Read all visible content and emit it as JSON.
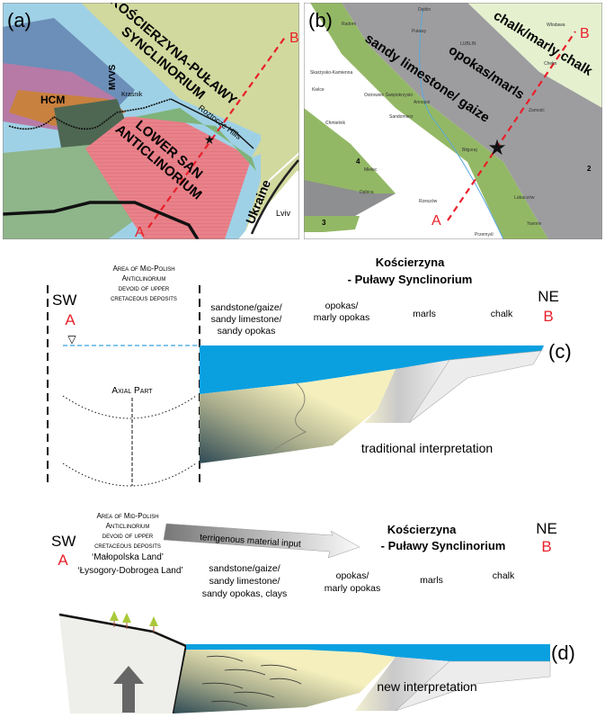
{
  "colors": {
    "water": "#0aa0e0",
    "red": "#e8202a",
    "map_green": "#cfd89a",
    "map_red": "#e8828a",
    "map_gray": "#9a9a9c",
    "sand": "#f3edb8"
  },
  "panel_a": {
    "label": "(a)",
    "synclinorium": [
      "KOŚCIERZYNA-PUŁAWY",
      "SYNCLINORIUM"
    ],
    "anticlinorium": [
      "LOWER SAN",
      "ANTICLINORIUM"
    ],
    "hcm": "HCM",
    "mvvs": "MVVS",
    "krasnik": "Kraśnik",
    "roztocze": "Roztocze Hills",
    "ukraine": "Ukraine",
    "lviv": "Lviv",
    "point_a": "A",
    "point_b": "B"
  },
  "panel_b": {
    "label": "(b)",
    "chalk": "chalk/marly chalk",
    "opokas": "opokas/marls",
    "sandy": "sandy limestone/ gaize",
    "towns": [
      "Dęblin",
      "Puławy",
      "Radom",
      "LUBLIN",
      "Skarżysko-Kamienna",
      "Kielce",
      "Ostrowiec Świętokrzyski",
      "Annopol",
      "Sandomierz",
      "Chmielnik",
      "Mielec",
      "Dębica",
      "Rzeszów",
      "Biłgoraj",
      "Lubaczów",
      "Yavoriv",
      "Przemyśl",
      "Włodawa",
      "Chełm",
      "Zamość"
    ],
    "numbers": [
      "2",
      "3",
      "4"
    ],
    "point_a": "A",
    "point_b": "B"
  },
  "panel_c": {
    "label": "(c)",
    "title": [
      "Kościerzyna",
      "- Puławy Synclinorium"
    ],
    "sw": "SW",
    "ne": "NE",
    "point_a": "A",
    "point_b": "B",
    "area_text": [
      "Area of Mid-Polish",
      "Anticlinorium",
      "devoid of upper",
      "cretaceous deposits"
    ],
    "axial": "Axial Part",
    "columns": [
      [
        "sandstone/gaize/",
        "sandy limestone/",
        "sandy opokas"
      ],
      [
        "opokas/",
        "marly opokas"
      ],
      [
        "marls"
      ],
      [
        "chalk"
      ]
    ],
    "caption": "traditional interpretation"
  },
  "panel_d": {
    "label": "(d)",
    "title": [
      "Kościerzyna",
      "- Puławy Synclinorium"
    ],
    "sw": "SW",
    "ne": "NE",
    "point_a": "A",
    "point_b": "B",
    "area_text": [
      "Area of Mid-Polish",
      "Anticlinorium",
      "devoid of upper",
      "cretaceous deposits"
    ],
    "lands": [
      "‘Małopolska Land’",
      "‘Łysogory-Dobrogea Land’"
    ],
    "arrow": "terrigenous material input",
    "columns": [
      [
        "sandstone/gaize/",
        "sandy limestone/",
        "sandy opokas, clays"
      ],
      [
        "opokas/",
        "marly opokas"
      ],
      [
        "marls"
      ],
      [
        "chalk"
      ]
    ],
    "caption": "new interpretation"
  }
}
